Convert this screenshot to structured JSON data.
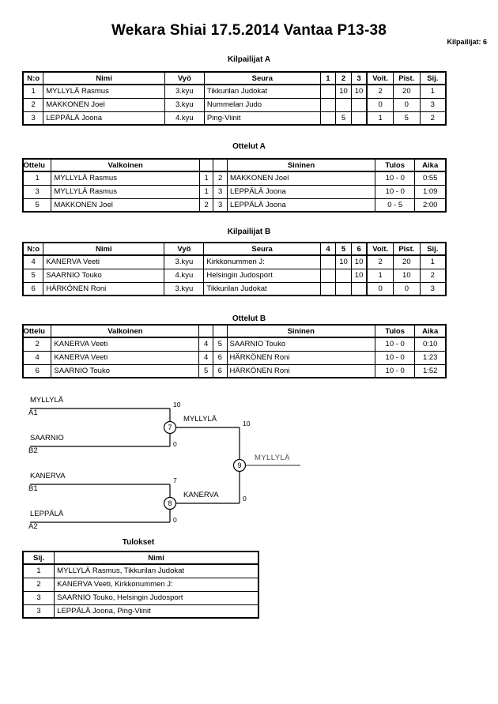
{
  "header": {
    "title": "Wekara Shiai  17.5.2014  Vantaa   P13-38",
    "entrants": "Kilpailijat: 6"
  },
  "pool_a": {
    "caption": "Kilpailijat A",
    "columns": [
      "N:o",
      "Nimi",
      "Vyö",
      "Seura",
      "1",
      "2",
      "3",
      "Voit.",
      "Pist.",
      "Sij."
    ],
    "rows": [
      {
        "no": "1",
        "name": "MYLLYLÄ Rasmus",
        "belt": "3.kyu",
        "club": "Tikkurilan Judokat",
        "m1": "",
        "m2": "10",
        "m3": "10",
        "wins": "2",
        "points": "20",
        "rank": "1"
      },
      {
        "no": "2",
        "name": "MAKKONEN Joel",
        "belt": "3.kyu",
        "club": "Nummelan Judo",
        "m1": "",
        "m2": "",
        "m3": "",
        "wins": "0",
        "points": "0",
        "rank": "3"
      },
      {
        "no": "3",
        "name": "LEPPÄLÄ Joona",
        "belt": "4.kyu",
        "club": "Ping-Viinit",
        "m1": "",
        "m2": "5",
        "m3": "",
        "wins": "1",
        "points": "5",
        "rank": "2"
      }
    ]
  },
  "matches_a": {
    "caption": "Ottelut A",
    "columns": [
      "Ottelu",
      "Valkoinen",
      "",
      "",
      "Sininen",
      "Tulos",
      "Aika"
    ],
    "rows": [
      {
        "id": "1",
        "white": "MYLLYLÄ Rasmus",
        "wn": "1",
        "bn": "2",
        "blue": "MAKKONEN Joel",
        "result": "10 - 0",
        "time": "0:55"
      },
      {
        "id": "3",
        "white": "MYLLYLÄ Rasmus",
        "wn": "1",
        "bn": "3",
        "blue": "LEPPÄLÄ Joona",
        "result": "10 - 0",
        "time": "1:09"
      },
      {
        "id": "5",
        "white": "MAKKONEN Joel",
        "wn": "2",
        "bn": "3",
        "blue": "LEPPÄLÄ Joona",
        "result": "0 - 5",
        "time": "2:00"
      }
    ]
  },
  "pool_b": {
    "caption": "Kilpailijat B",
    "columns": [
      "N:o",
      "Nimi",
      "Vyö",
      "Seura",
      "4",
      "5",
      "6",
      "Voit.",
      "Pist.",
      "Sij."
    ],
    "rows": [
      {
        "no": "4",
        "name": "KANERVA Veeti",
        "belt": "3.kyu",
        "club": "Kirkkonummen J:",
        "m1": "",
        "m2": "10",
        "m3": "10",
        "wins": "2",
        "points": "20",
        "rank": "1"
      },
      {
        "no": "5",
        "name": "SAARNIO Touko",
        "belt": "4.kyu",
        "club": "Helsingin Judosport",
        "m1": "",
        "m2": "",
        "m3": "10",
        "wins": "1",
        "points": "10",
        "rank": "2"
      },
      {
        "no": "6",
        "name": "HÄRKÖNEN Roni",
        "belt": "3.kyu",
        "club": "Tikkurilan Judokat",
        "m1": "",
        "m2": "",
        "m3": "",
        "wins": "0",
        "points": "0",
        "rank": "3"
      }
    ]
  },
  "matches_b": {
    "caption": "Ottelut B",
    "columns": [
      "Ottelu",
      "Valkoinen",
      "",
      "",
      "Sininen",
      "Tulos",
      "Aika"
    ],
    "rows": [
      {
        "id": "2",
        "white": "KANERVA Veeti",
        "wn": "4",
        "bn": "5",
        "blue": "SAARNIO Touko",
        "result": "10 - 0",
        "time": "0:10"
      },
      {
        "id": "4",
        "white": "KANERVA Veeti",
        "wn": "4",
        "bn": "6",
        "blue": "HÄRKÖNEN Roni",
        "result": "10 - 0",
        "time": "1:23"
      },
      {
        "id": "6",
        "white": "SAARNIO Touko",
        "wn": "5",
        "bn": "6",
        "blue": "HÄRKÖNEN Roni",
        "result": "10 - 0",
        "time": "1:52"
      }
    ]
  },
  "bracket": {
    "slots": [
      {
        "name": "MYLLYLÄ",
        "seed": "A1"
      },
      {
        "name": "SAARNIO",
        "seed": "B2"
      },
      {
        "name": "KANERVA",
        "seed": "B1"
      },
      {
        "name": "LEPPÄLÄ",
        "seed": "A2"
      }
    ],
    "semi_1": {
      "number": "7",
      "winner": "MYLLYLÄ",
      "top_score": "10",
      "bottom_score": "0"
    },
    "semi_2": {
      "number": "8",
      "winner": "KANERVA",
      "top_score": "7",
      "bottom_score": "0"
    },
    "final": {
      "number": "9",
      "winner": "MYLLYLÄ",
      "top_score": "10",
      "bottom_score": "0"
    }
  },
  "results": {
    "caption": "Tulokset",
    "columns": [
      "Sij.",
      "Nimi"
    ],
    "rows": [
      {
        "rank": "1",
        "name": "MYLLYLÄ Rasmus, Tikkurilan Judokat"
      },
      {
        "rank": "2",
        "name": "KANERVA Veeti, Kirkkonummen J:"
      },
      {
        "rank": "3",
        "name": "SAARNIO Touko, Helsingin Judosport"
      },
      {
        "rank": "3",
        "name": "LEPPÄLÄ Joona, Ping-Viinit"
      }
    ]
  }
}
